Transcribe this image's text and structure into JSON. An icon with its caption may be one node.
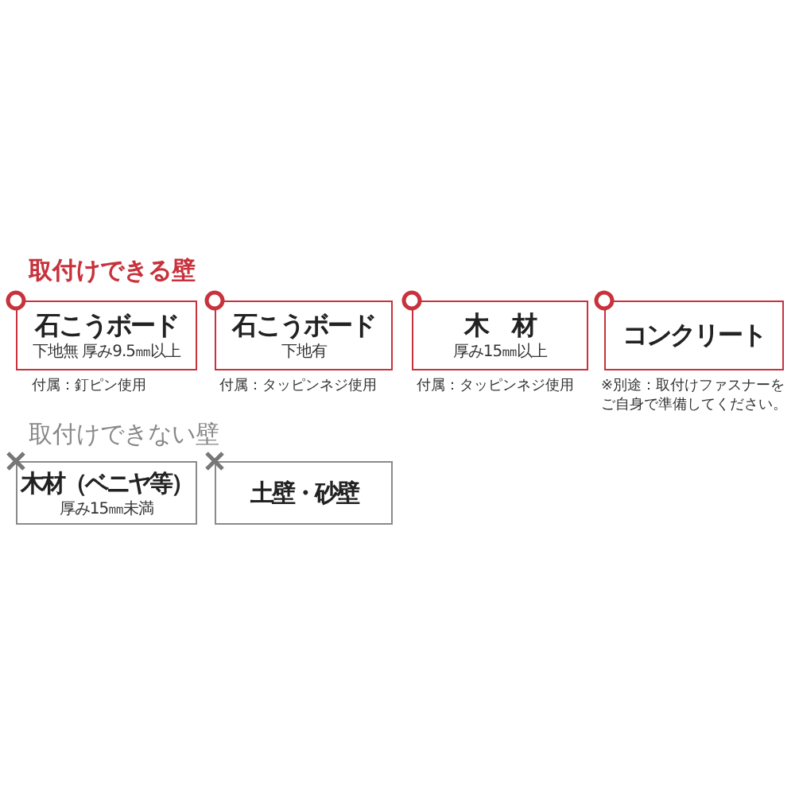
{
  "diagram": {
    "nodes": [
      {
        "text": [
          "石こうボード",
          "下地無 厚み9.5㎜以上"
        ],
        "beside": [
          "付属：釘ピン使用"
        ]
      },
      {
        "text": [
          "石こうボード",
          "下地有"
        ],
        "beside": [
          "付属：タッピンネジ使用"
        ]
      },
      {
        "text": [
          "木　材",
          "厚み15㎜以上"
        ],
        "beside": [
          "付属：タッピンネジ使用"
        ]
      },
      {
        "text": [
          "コンクリート"
        ],
        "beside": [
          "※別途：取付けファスナーをご自身で準備してください。"
        ]
      },
      {
        "text": [
          "木材（ベニヤ等）",
          "厚み15㎜未満"
        ]
      },
      {
        "text": [
          "土壁・砂壁"
        ]
      }
    ],
    "labels": [
      "取付けできる壁",
      "取付けできない壁"
    ]
  }
}
